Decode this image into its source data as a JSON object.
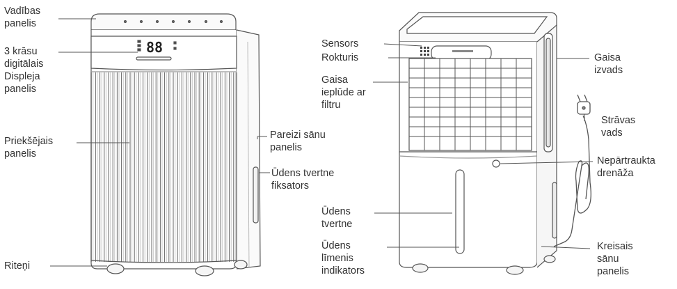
{
  "labels": {
    "control_panel": [
      "Vadības",
      "panelis"
    ],
    "display_panel": [
      "3 krāsu",
      "digitālais",
      "Displeja",
      "panelis"
    ],
    "front_panel": [
      "Priekšējais",
      "panelis"
    ],
    "wheels": [
      "Riteņi"
    ],
    "right_side_panel": [
      "Pareizi sānu",
      "panelis"
    ],
    "tank_lock": [
      "Ūdens tvertne",
      "fiksators"
    ],
    "sensor": [
      "Sensors"
    ],
    "handle": [
      "Rokturis"
    ],
    "air_inlet": [
      "Gaisa",
      "ieplūde ar",
      "filtru"
    ],
    "water_tank": [
      "Ūdens",
      "tvertne"
    ],
    "water_level": [
      "Ūdens",
      "līmenis",
      "indikators"
    ],
    "air_outlet": [
      "Gaisa",
      "izvads"
    ],
    "power_cord": [
      "Strāvas",
      "vads"
    ],
    "continuous_drain": [
      "Nepārtraukta",
      "drenāža"
    ],
    "left_side_panel": [
      "Kreisais",
      "sānu",
      "panelis"
    ]
  },
  "display_readout": "88",
  "colors": {
    "line": "#555555",
    "body": "#ffffff",
    "text": "#333333"
  }
}
